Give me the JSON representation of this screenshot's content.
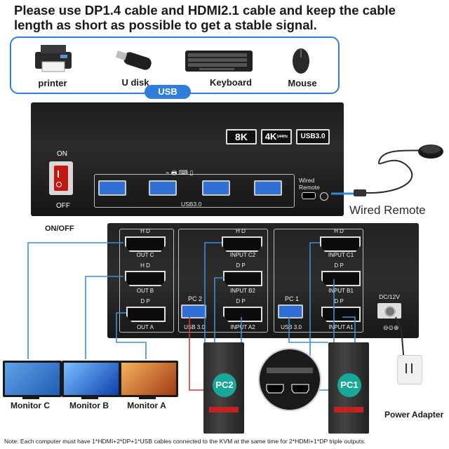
{
  "headline": "Please use DP1.4 cable and HDMI2.1 cable and keep the cable length as short as possible to get a stable signal.",
  "usb_peripherals": {
    "group_label": "USB",
    "items": [
      {
        "label": "printer",
        "icon": "printer-icon"
      },
      {
        "label": "U disk",
        "icon": "usb-drive-icon"
      },
      {
        "label": "Keyboard",
        "icon": "keyboard-icon"
      },
      {
        "label": "Mouse",
        "icon": "mouse-icon"
      }
    ]
  },
  "kvm_front": {
    "badges": [
      "8K",
      "4K",
      "USB3.0"
    ],
    "badge_4k_sub": "144Hz",
    "usb_section_label": "USB3.0",
    "usb_port_count": 4,
    "wired_remote_port_label": "Wired Remote",
    "power_switch_on": "ON",
    "power_switch_off": "OFF"
  },
  "labels": {
    "on_off": "ON/OFF",
    "wired_remote": "Wired Remote",
    "power_adapter": "Power Adapter"
  },
  "kvm_back": {
    "outputs": [
      {
        "type": "H D",
        "label": "OUT C"
      },
      {
        "type": "H D",
        "label": "OUT B"
      },
      {
        "type": "D P",
        "label": "OUT A"
      }
    ],
    "pc2": {
      "name": "PC 2",
      "usb_label": "USB 3.0",
      "inputs": [
        {
          "type": "H D",
          "label": "INPUT C2"
        },
        {
          "type": "D P",
          "label": "INPUT B2"
        },
        {
          "type": "D P",
          "label": "INPUT A2"
        }
      ]
    },
    "pc1": {
      "name": "PC 1",
      "usb_label": "USB 3.0",
      "inputs": [
        {
          "type": "H D",
          "label": "INPUT C1"
        },
        {
          "type": "D P",
          "label": "INPUT B1"
        },
        {
          "type": "D P",
          "label": "INPUT A1"
        }
      ]
    },
    "dc_label": "DC/12V"
  },
  "monitors": [
    {
      "label": "Monitor C",
      "screen_color": "#3a7dd0"
    },
    {
      "label": "Monitor B",
      "screen_color": "#1f6fe0"
    },
    {
      "label": "Monitor A",
      "screen_color": "#d2632a"
    }
  ],
  "pcs": [
    {
      "label": "PC2"
    },
    {
      "label": "PC1"
    }
  ],
  "colors": {
    "accent_blue": "#2f7fd8",
    "cable_blue": "#3a8ee0",
    "cable_red": "#e03030",
    "pc_badge": "#18a89a"
  },
  "note": "Note: Each computer must have 1*HDMI+2*DP+1*USB cables connected to the KVM at the same time for 2*HDMI+1*DP triple outputs."
}
